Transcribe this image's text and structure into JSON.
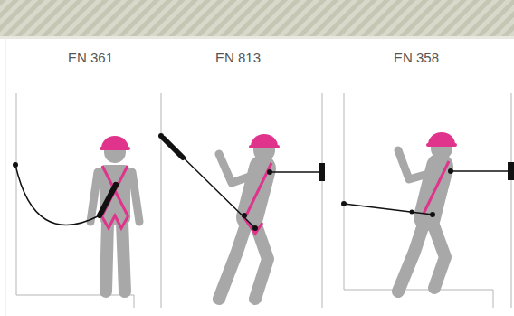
{
  "diagram": {
    "labels": [
      "EN 361",
      "EN 813",
      "EN 358"
    ]
  }
}
